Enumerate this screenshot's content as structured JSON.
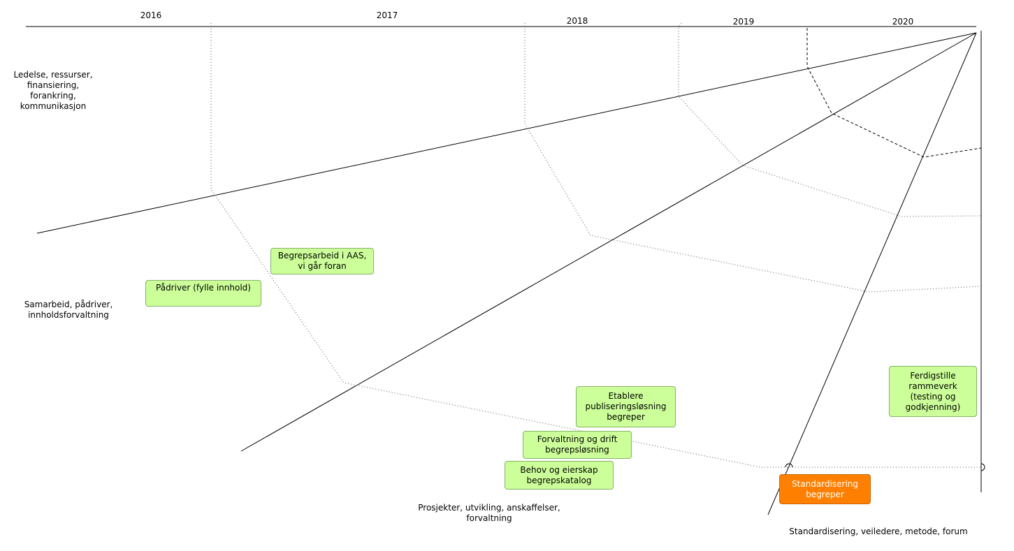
{
  "years": [
    "2016",
    "2017",
    "2018",
    "2019",
    "2020"
  ],
  "axes": {
    "leadership": "Ledelse, ressurser, finansiering, forankring, kommunikasjon",
    "cooperation": "Samarbeid, pådriver, innholdsforvaltning",
    "projects": "Prosjekter, utvikling, anskaffelser, forvaltning",
    "standardisation": "Standardisering, veiledere, metode, forum"
  },
  "boxes": {
    "padriver": "Pådriver (fylle innhold)",
    "begrepsarbeid": "Begrepsarbeid i AAS, vi går foran",
    "etablere": "Etablere publiseringsløsning begreper",
    "forvaltning": "Forvaltning og drift begrepsløsning",
    "behov": "Behov og eierskap begrepskatalog",
    "ferdigstille": "Ferdigstille rammeverk (testing og godkjenning)",
    "standardisering": "Standardisering begreper"
  },
  "colors": {
    "box_fill": "#ccff99",
    "box_border": "#82b366",
    "highlight_fill": "#ff8000",
    "highlight_text": "#ffffff"
  }
}
